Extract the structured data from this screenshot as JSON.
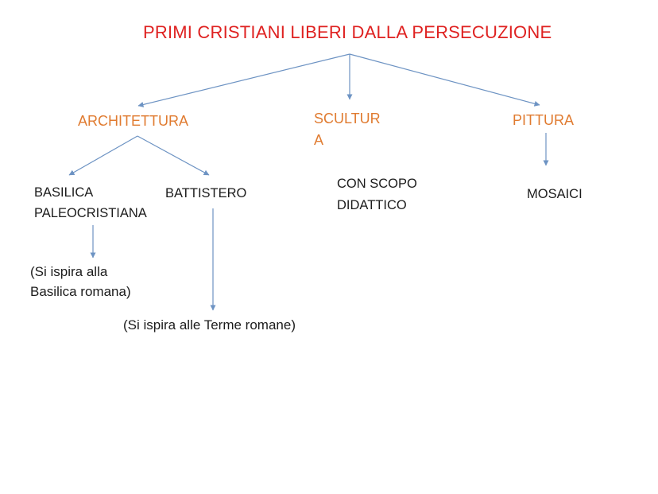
{
  "title": "PRIMI CRISTIANI LIBERI DALLA PERSECUZIONE",
  "colors": {
    "title-color": "#df2221",
    "category-color": "#e07b30",
    "text-color": "#1c1c1c",
    "connector-color": "#6d93c3",
    "bg-color": "#ffffff"
  },
  "nodes": {
    "architettura": "ARCHITETTURA",
    "scultura": "SCULTUR\nA",
    "pittura": "PITTURA",
    "basilica_paleocristiana": "BASILICA\nPALEOCRISTIANA",
    "battistero": "BATTISTERO",
    "con_scopo_didattico": "CON SCOPO\nDIDATTICO",
    "mosaici": "MOSAICI",
    "nota_basilica": "(Si ispira alla\nBasilica romana)",
    "nota_battistero": "(Si ispira alle Terme romane)"
  },
  "edges": [
    {
      "from": "title",
      "to": "architettura"
    },
    {
      "from": "title",
      "to": "scultura"
    },
    {
      "from": "title",
      "to": "pittura"
    },
    {
      "from": "architettura",
      "to": "basilica_paleocristiana"
    },
    {
      "from": "architettura",
      "to": "battistero"
    },
    {
      "from": "pittura",
      "to": "mosaici"
    },
    {
      "from": "basilica_paleocristiana",
      "to": "nota_basilica"
    },
    {
      "from": "battistero",
      "to": "nota_battistero"
    }
  ]
}
